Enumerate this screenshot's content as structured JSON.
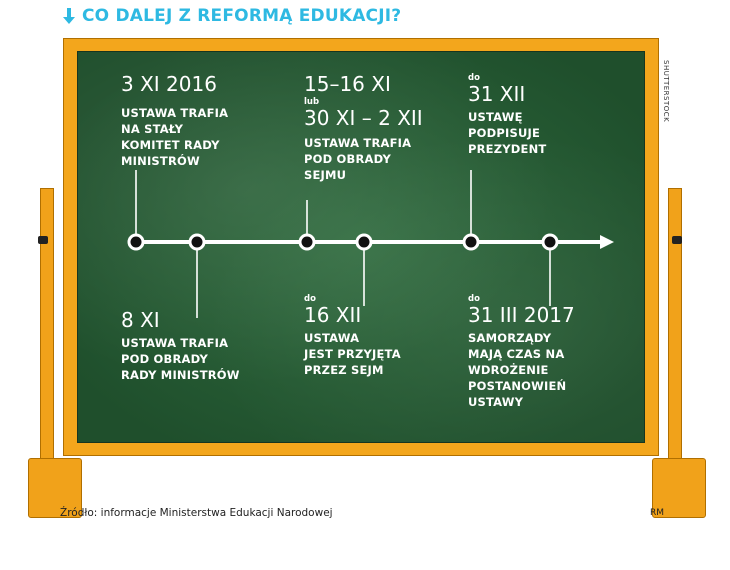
{
  "title": "CO DALEJ Z REFORMĄ EDUKACJI?",
  "credit": "SHUTTERSTOCK",
  "source": "Źródło: informacje Ministerstwa Edukacji Narodowej",
  "author": "RM",
  "colors": {
    "title": "#2eb9e2",
    "frame": "#f3a61c",
    "board": "#2a5f37",
    "chalk": "#ffffff"
  },
  "events": {
    "e1": {
      "date": "3 XI 2016",
      "desc": "USTAWA TRAFIA\nNA STAŁY\nKOMITET RADY\nMINISTRÓW"
    },
    "e2": {
      "date": "8 XI",
      "desc": "USTAWA TRAFIA\nPOD OBRADY\nRADY MINISTRÓW"
    },
    "e3": {
      "date": "15–16 XI",
      "connector": "lub",
      "date2": "30 XI – 2 XII",
      "desc": "USTAWA TRAFIA\nPOD OBRADY\nSEJMU"
    },
    "e4": {
      "prefix": "do",
      "date": "16 XII",
      "desc": "USTAWA\nJEST PRZYJĘTA\nPRZEZ SEJM"
    },
    "e5": {
      "prefix": "do",
      "date": "31 XII",
      "desc": "USTAWĘ\nPODPISUJE\nPREZYDENT"
    },
    "e6": {
      "prefix": "do",
      "date": "31 III 2017",
      "desc": "SAMORZĄDY\nMAJĄ CZAS NA\nWDROŻENIE\nPOSTANOWIEŃ\nUSTAWY"
    }
  }
}
